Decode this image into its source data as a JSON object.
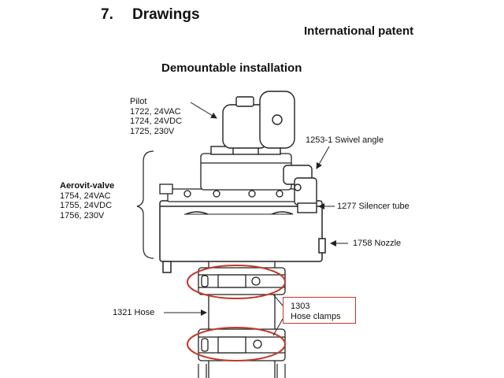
{
  "header": {
    "section_number": "7.",
    "section_title": "Drawings",
    "subtitle": "International patent"
  },
  "figure": {
    "title": "Demountable installation",
    "labels": {
      "pilot": {
        "title": "Pilot",
        "lines": [
          "1722, 24VAC",
          "1724, 24VDC",
          "1725, 230V"
        ]
      },
      "valve": {
        "title": "Aerovit-valve",
        "lines": [
          "1754, 24VAC",
          "1755, 24VDC",
          "1756, 230V"
        ]
      },
      "swivel_angle": "1253-1 Swivel angle",
      "silencer_tube": "1277 Silencer tube",
      "nozzle": "1758 Nozzle",
      "hose": "1321 Hose",
      "hose_clamps": {
        "number": "1303",
        "text": "Hose clamps"
      }
    },
    "colors": {
      "highlight": "#c0392b",
      "line": "#222222",
      "fill": "#ffffff"
    }
  }
}
